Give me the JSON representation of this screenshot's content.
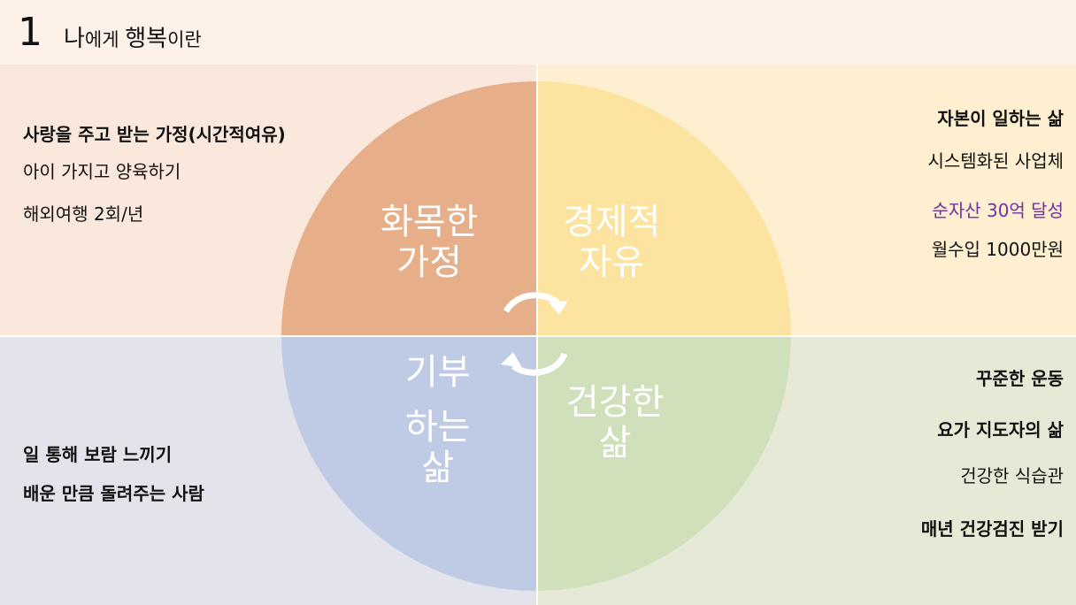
{
  "header": {
    "number": "1",
    "title_part1": "나",
    "title_part2": "에게 ",
    "title_part3": "행복",
    "title_part4": "이란"
  },
  "quadrants": {
    "family": {
      "label_line1": "화목한",
      "label_line2": "가정",
      "items": [
        "사랑을 주고 받는 가정(시간적여유)",
        "아이 가지고 양육하기",
        "해외여행 2회/년"
      ]
    },
    "finance": {
      "label_line1": "경제적",
      "label_line2": "자유",
      "items": [
        "자본이 일하는 삶",
        "시스템화된 사업체",
        "순자산 30억 달성",
        "월수입 1000만원"
      ]
    },
    "giving": {
      "label_line1": "기부",
      "label_line2": "하는",
      "label_line3": "삶",
      "items": [
        "일 통해 보람 느끼기",
        "배운 만큼 돌려주는 사람"
      ]
    },
    "health": {
      "label_line1": "건강한",
      "label_line2": "삶",
      "items": [
        "꾸준한 운동",
        "요가 지도자의 삶",
        "건강한 식습관",
        "매년 건강검진 받기"
      ]
    }
  },
  "colors": {
    "family": "#e6ae89",
    "finance": "#fde3a0",
    "giving": "#bfcae4",
    "health": "#cfe0bb",
    "highlight": "#7030a0"
  }
}
